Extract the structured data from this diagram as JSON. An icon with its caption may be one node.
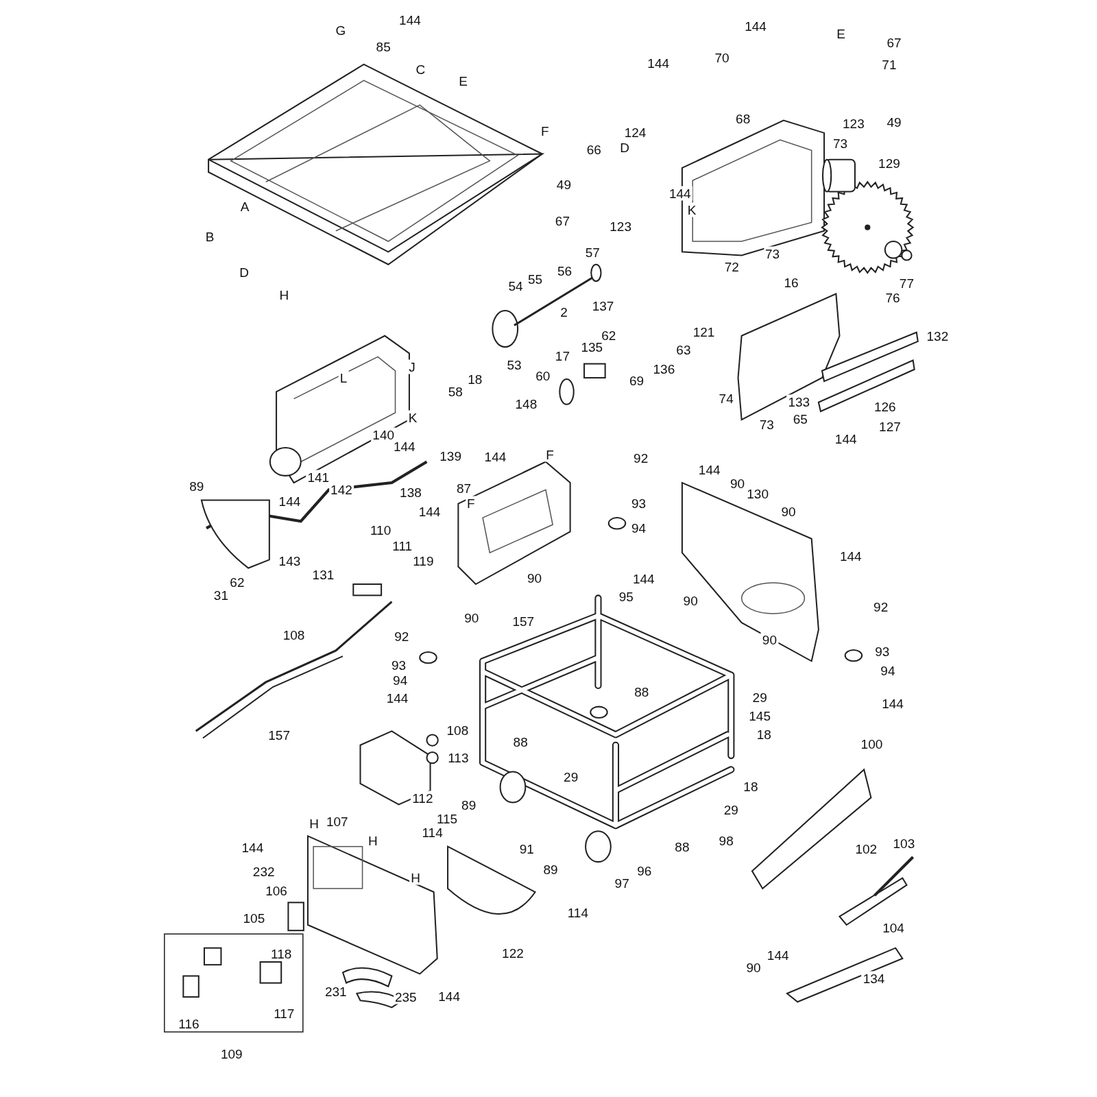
{
  "diagram": {
    "labels": [
      "144",
      "85",
      "G",
      "C",
      "E",
      "F",
      "A",
      "B",
      "D",
      "H",
      "144",
      "E",
      "67",
      "71",
      "70",
      "144",
      "123",
      "49",
      "68",
      "73",
      "129",
      "124",
      "D",
      "66",
      "49",
      "144",
      "K",
      "67",
      "123",
      "73",
      "72",
      "57",
      "56",
      "55",
      "54",
      "137",
      "2",
      "76",
      "77",
      "16",
      "121",
      "62",
      "63",
      "136",
      "17",
      "135",
      "58",
      "18",
      "53",
      "60",
      "69",
      "148",
      "132",
      "74",
      "133",
      "65",
      "126",
      "73",
      "144",
      "127",
      "J",
      "L",
      "K",
      "140",
      "144",
      "139",
      "141",
      "142",
      "138",
      "89",
      "144",
      "143",
      "62",
      "31",
      "110",
      "111",
      "119",
      "131",
      "144",
      "F",
      "87",
      "F",
      "144",
      "90",
      "90",
      "157",
      "92",
      "93",
      "94",
      "144",
      "95",
      "144",
      "90",
      "130",
      "90",
      "144",
      "90",
      "90",
      "92",
      "93",
      "94",
      "144",
      "108",
      "92",
      "93",
      "94",
      "144",
      "157",
      "108",
      "113",
      "112",
      "88",
      "29",
      "145",
      "18",
      "88",
      "29",
      "18",
      "29",
      "98",
      "88",
      "96",
      "97",
      "115",
      "89",
      "114",
      "91",
      "89",
      "114",
      "122",
      "H",
      "107",
      "H",
      "144",
      "232",
      "H",
      "106",
      "105",
      "118",
      "117",
      "116",
      "109",
      "231",
      "235",
      "144",
      "100",
      "103",
      "102",
      "104",
      "90",
      "144",
      "134"
    ]
  }
}
